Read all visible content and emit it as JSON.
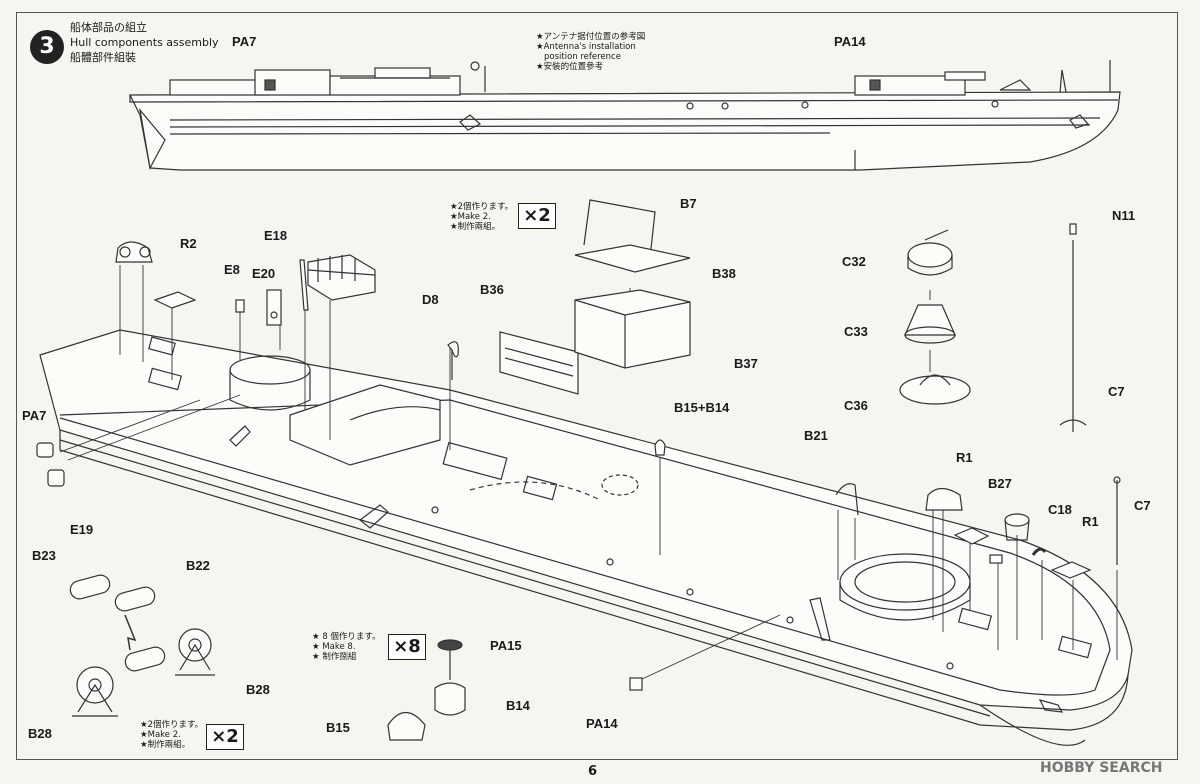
{
  "step": {
    "number": "3",
    "title_ja": "船体部品の組立",
    "title_en": "Hull components assembly",
    "title_zh": "船體部件組裝"
  },
  "antenna_note": {
    "ja": "★アンテナ据付位置の参考図",
    "en1": "★Antenna's installation",
    "en2": "position reference",
    "zh": "★安裝的位置參考"
  },
  "make2_note_top": {
    "ja": "★2個作ります。",
    "en": "★Make 2.",
    "zh": "★制作兩組。",
    "badge": "×2"
  },
  "make8_note": {
    "ja": "★ 8 個作ります。",
    "en": "★ Make 8.",
    "zh": "★ 制作捌組",
    "badge": "×8"
  },
  "make2_note_bottom": {
    "ja": "★2個作ります。",
    "en": "★Make 2.",
    "zh": "★制作兩組。",
    "badge": "×2"
  },
  "parts": {
    "pa7_top": "PA7",
    "pa14_top": "PA14",
    "b7": "B7",
    "b38": "B38",
    "b36": "B36",
    "b37": "B37",
    "r2": "R2",
    "e8": "E8",
    "e20": "E20",
    "e18": "E18",
    "d8": "D8",
    "n11": "N11",
    "c32": "C32",
    "c33": "C33",
    "c36": "C36",
    "c7_top": "C7",
    "pa7_side": "PA7",
    "e19": "E19",
    "b15b14": "B15+B14",
    "b21": "B21",
    "r1_a": "R1",
    "b27": "B27",
    "c18": "C18",
    "r1_b": "R1",
    "c7_bottom": "C7",
    "b23": "B23",
    "b22": "B22",
    "b28_right": "B28",
    "b28_left": "B28",
    "pa15": "PA15",
    "b14": "B14",
    "b15": "B15",
    "pa14_bottom": "PA14"
  },
  "page_number": "6",
  "watermark": "HOBBY SEARCH"
}
